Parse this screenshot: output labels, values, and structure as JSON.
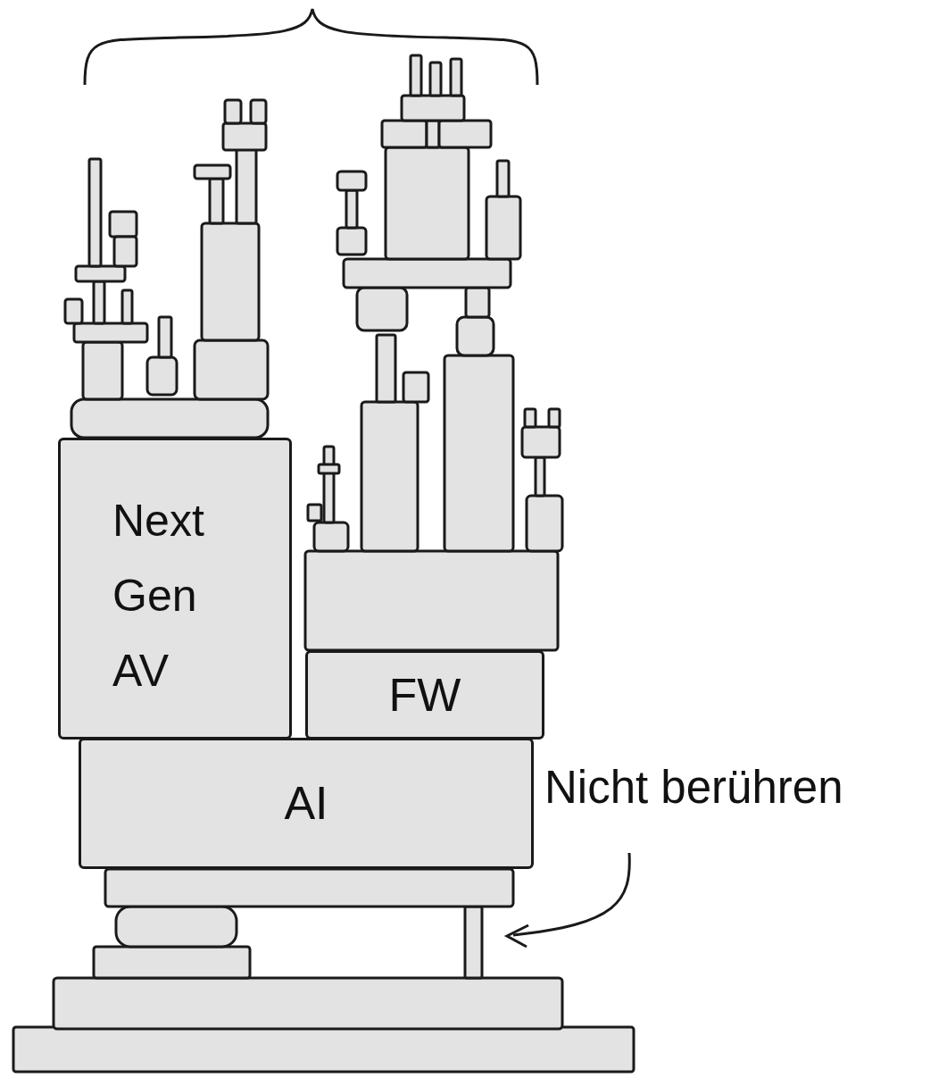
{
  "diagram": {
    "nodes": [
      {
        "text": [
          "Next Gen AV"
        ]
      },
      {
        "text": [
          "FW"
        ]
      },
      {
        "text": [
          "AI"
        ]
      }
    ],
    "labels": [
      "Nicht berühren"
    ]
  }
}
